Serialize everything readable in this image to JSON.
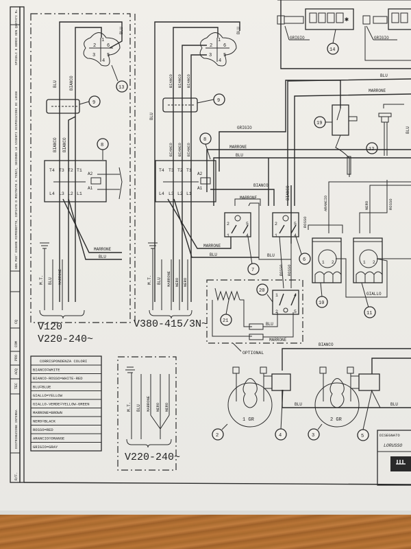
{
  "side_strip": {
    "copyright_notice": "NON PUO' ESSERE RIPRODOTTO, COPIATO O MOSTRATO A TERZI, SECONDO LE VIGENTI DISPOSIZIONI DI LEGGE",
    "note": "SPIGOLI E BORDI NON QUOTATI R=",
    "distribution_label": "DISTRIBUZIONE INTERNA",
    "departments": [
      "TEC",
      "ACQ",
      "PRO",
      "COM",
      "CQ"
    ],
    "ref_label": "R/F."
  },
  "voltage_labels": {
    "left_line1": "V120",
    "left_line2": "V220-240~",
    "middle": "V380-415/3N~",
    "small_box": "V220-240~"
  },
  "wire_labels": {
    "blu": "BLU",
    "bianco": "BIANCO",
    "marrone": "MARRONE",
    "grigio": "GRIGIO",
    "rosso": "ROSSO",
    "nero": "NERO",
    "arancio": "ARANCIO",
    "giallo": "GIALLO",
    "mt": "M.T."
  },
  "contactor_terminals": {
    "top": [
      "T4",
      "T3",
      "T2",
      "T1"
    ],
    "bottom": [
      "L4",
      "L3",
      "L2",
      "L1"
    ],
    "coil": [
      "A2",
      "A1"
    ]
  },
  "switch_pins": [
    "1",
    "2",
    "4",
    "5"
  ],
  "selector_pins": [
    "1",
    "2",
    "3",
    "4",
    "5",
    "6"
  ],
  "thermostat_pins": [
    "1",
    "2"
  ],
  "component_numbers": [
    "2",
    "3",
    "4",
    "5",
    "6",
    "7",
    "8",
    "9",
    "10",
    "11",
    "12",
    "13",
    "14",
    "19",
    "20",
    "21"
  ],
  "optional_label": "OPTIONAL",
  "motor_labels": [
    "1 GR",
    "2 GR"
  ],
  "legend": {
    "title": "CORRISPONDENZA COLORI",
    "rows": [
      "BIANCO=WHITE",
      "BIANCO-ROSSO=WHITE-RED",
      "BLU=BLUE",
      "GIALLO=YELLOW",
      "GIALLO-VERDE=YELLOW-GREEN",
      "MARRONE=BROWN",
      "NERO=BLACK",
      "ROSSO=RED",
      "ARANCIO=ORANGE",
      "GRIGIO=GRAY"
    ]
  },
  "title_block": {
    "drawn_by_label": "DISEGNATO",
    "drawn_by": "LORUSSO"
  },
  "colors": {
    "paper": "#f1efea",
    "ink": "#2a2a2a",
    "wood": "#a86a2e"
  }
}
